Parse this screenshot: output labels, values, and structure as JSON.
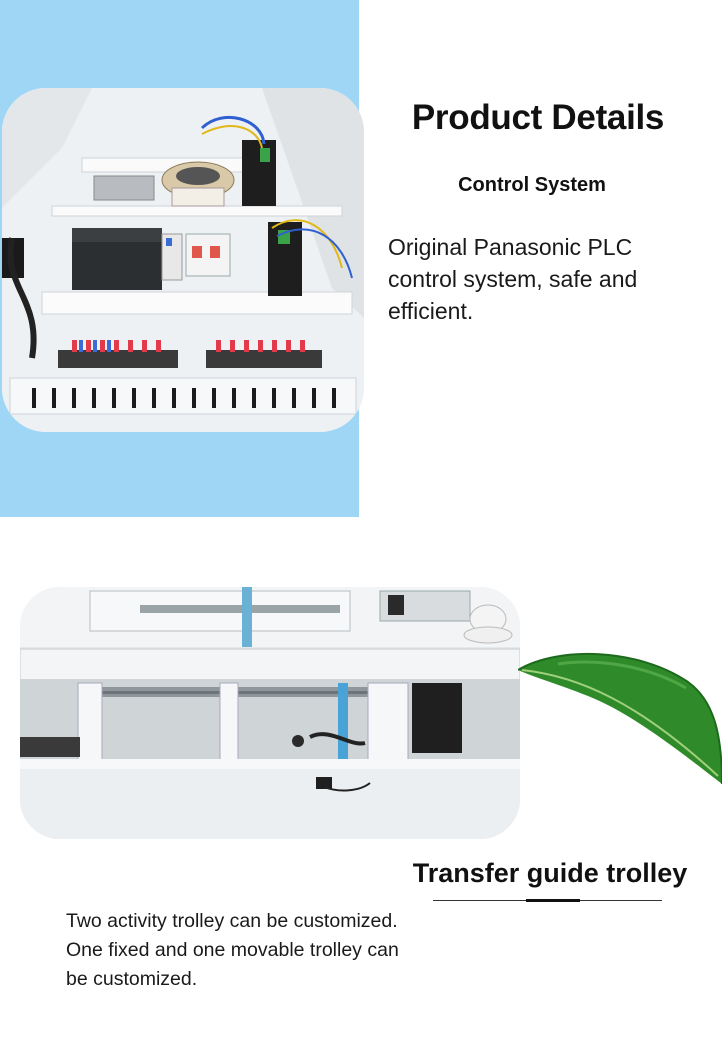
{
  "section1": {
    "title": "Product Details",
    "subtitle": "Control System",
    "description": "Original Panasonic PLC control system, safe and efficient."
  },
  "section2": {
    "title": "Transfer guide trolley",
    "lines": [
      "Two activity trolley can be customized.",
      "One fixed and one movable trolley can",
      "be customized."
    ]
  },
  "colors": {
    "panel_blue": "#9fd6f6",
    "leaf_green": "#2f8a2a"
  }
}
